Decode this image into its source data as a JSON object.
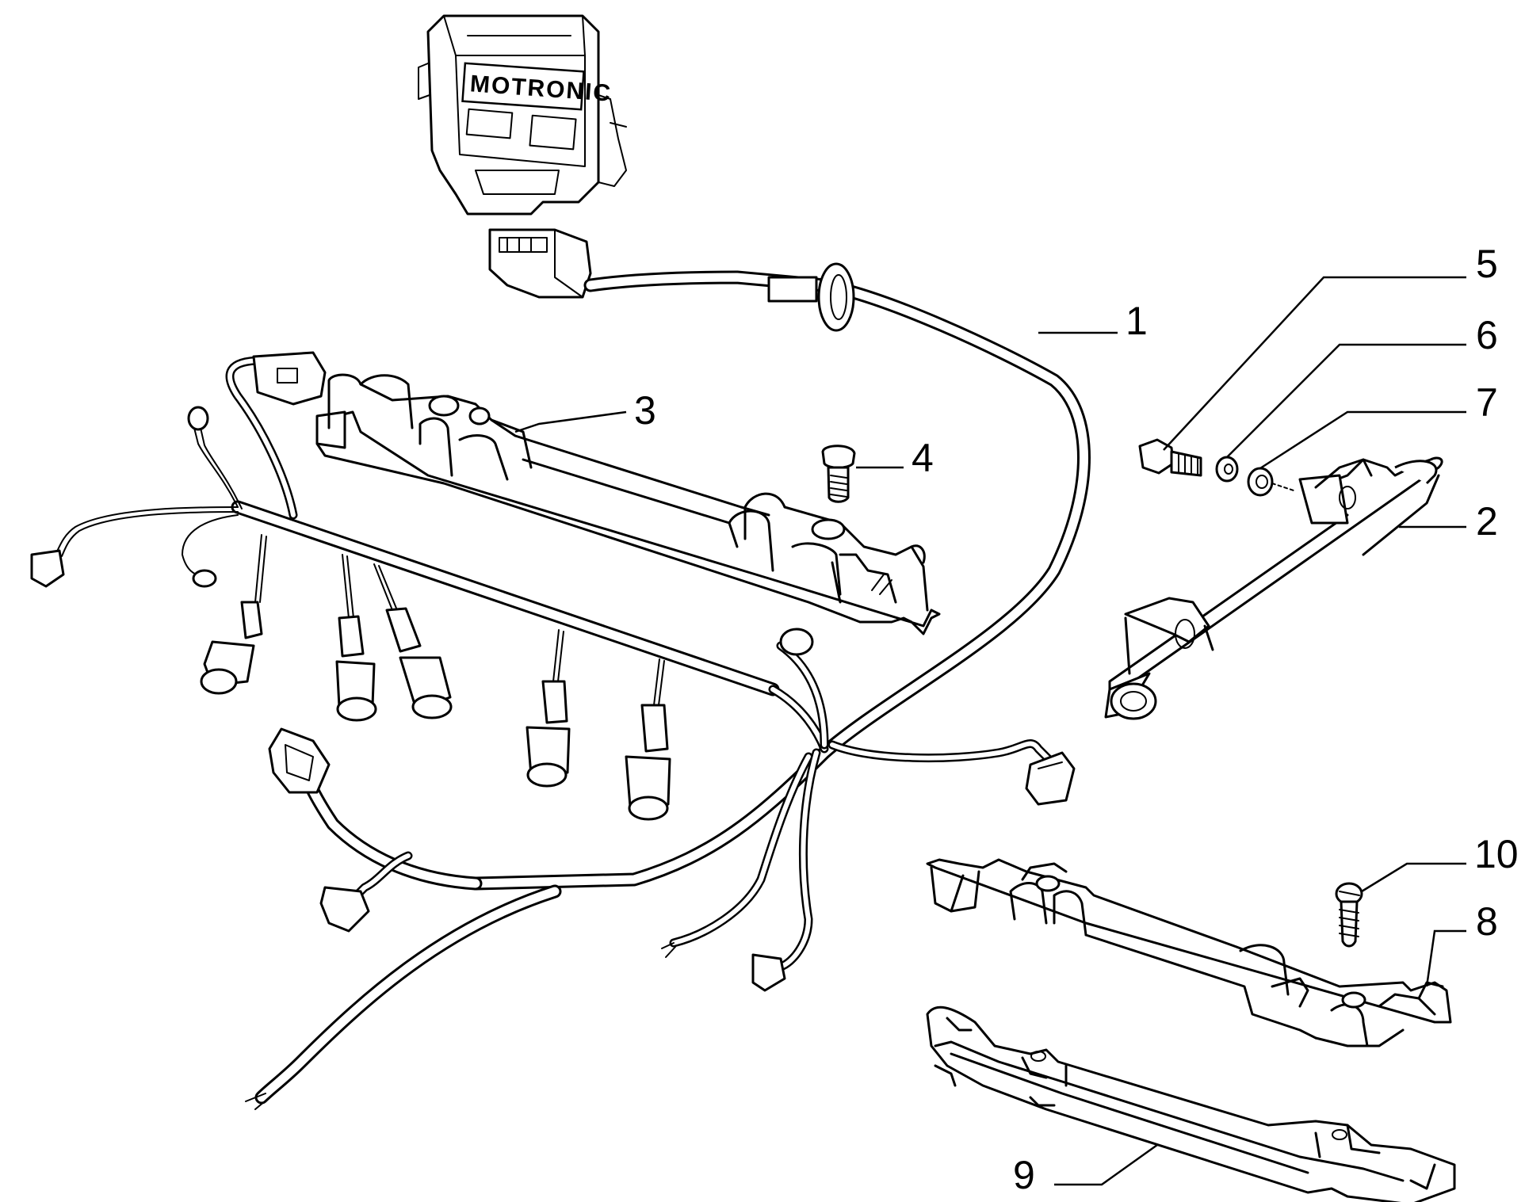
{
  "diagram": {
    "ecu_label": "MOTRONIC",
    "callouts": [
      {
        "id": "1",
        "text": "1"
      },
      {
        "id": "2",
        "text": "2"
      },
      {
        "id": "3",
        "text": "3"
      },
      {
        "id": "4",
        "text": "4"
      },
      {
        "id": "5",
        "text": "5"
      },
      {
        "id": "6",
        "text": "6"
      },
      {
        "id": "7",
        "text": "7"
      },
      {
        "id": "8",
        "text": "8"
      },
      {
        "id": "9",
        "text": "9"
      },
      {
        "id": "10",
        "text": "10"
      }
    ]
  }
}
